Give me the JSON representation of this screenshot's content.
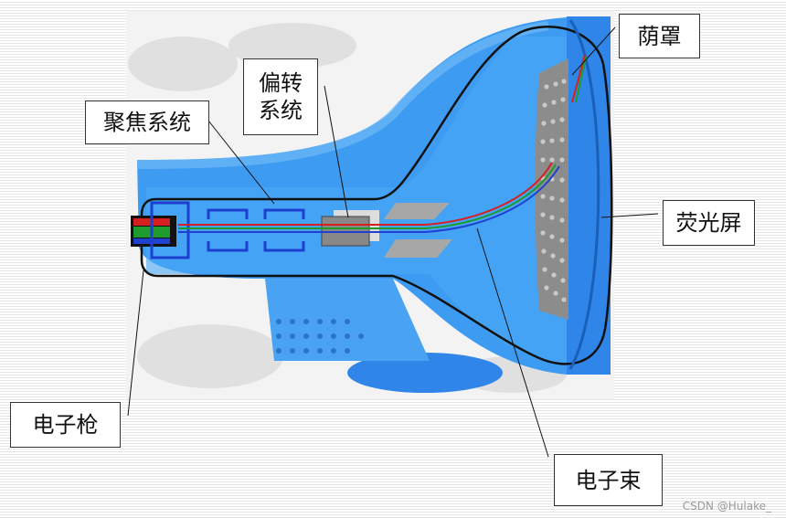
{
  "labels": {
    "shadow_mask": "荫罩",
    "deflection": "偏转系统",
    "focusing": "聚焦系统",
    "phosphor_screen": "荧光屏",
    "electron_gun": "电子枪",
    "electron_beam": "电子束"
  },
  "colors": {
    "monitor_body": "#3d9bf2",
    "monitor_light": "#6fb9f7",
    "monitor_dark": "#1e6fc9",
    "focus_coils": "#1c3fd0",
    "beam_red": "#d62020",
    "beam_green": "#1f9a2e",
    "beam_blue": "#2040d0",
    "mask_gray": "#8c8c8c"
  },
  "watermark": "CSDN @Hulake_"
}
